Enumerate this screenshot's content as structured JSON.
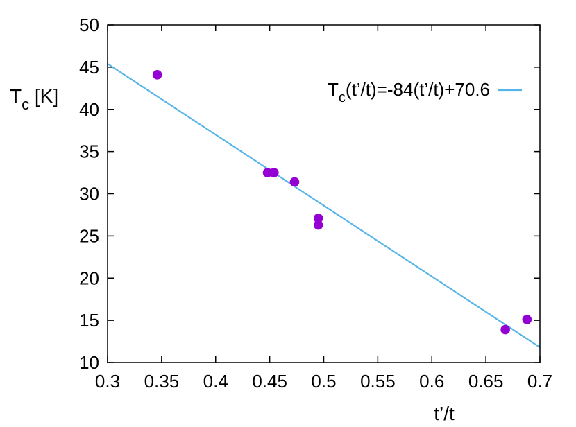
{
  "chart_data": {
    "type": "scatter",
    "xlabel": "t’/t",
    "ylabel": {
      "main": "T",
      "sub": "c",
      "rest": " [K]"
    },
    "xlim": [
      0.3,
      0.7
    ],
    "ylim": [
      10,
      50
    ],
    "x_ticks": [
      "0.3",
      "0.35",
      "0.4",
      "0.45",
      "0.5",
      "0.55",
      "0.6",
      "0.65",
      "0.7"
    ],
    "y_ticks": [
      "10",
      "15",
      "20",
      "25",
      "30",
      "35",
      "40",
      "45",
      "50"
    ],
    "grid": false,
    "legend_position": "top-right",
    "points": {
      "x": [
        0.346,
        0.448,
        0.454,
        0.473,
        0.495,
        0.495,
        0.668,
        0.688
      ],
      "y": [
        44.1,
        32.5,
        32.5,
        31.4,
        27.1,
        26.3,
        13.9,
        15.1
      ],
      "color": "#9400d3"
    },
    "fit_line": {
      "label_main": "T",
      "label_sub": "c",
      "label_rest": "(t’/t)=-84(t’/t)+70.6",
      "slope": -84,
      "intercept": 70.6,
      "x_range": [
        0.3,
        0.7
      ],
      "color": "#56b4e9"
    }
  }
}
